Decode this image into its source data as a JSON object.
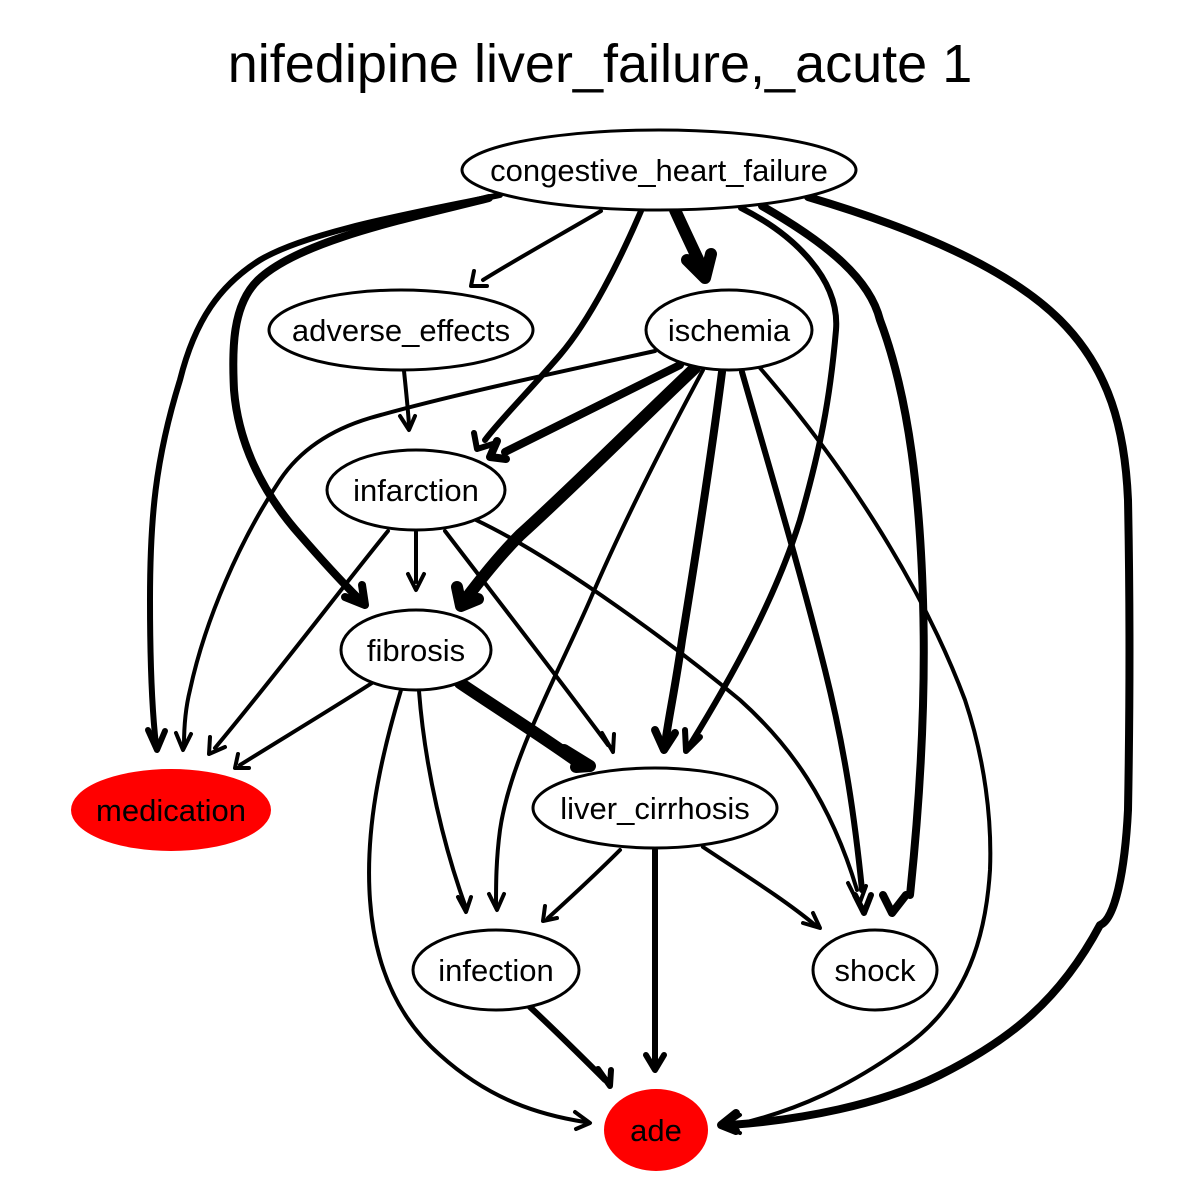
{
  "title": "nifedipine liver_failure,_acute 1",
  "colors": {
    "highlight": "#ff0000",
    "default_fill": "#ffffff",
    "stroke": "#000000"
  },
  "nodes": [
    {
      "id": "congestive_heart_failure",
      "label": "congestive_heart_failure",
      "highlighted": false
    },
    {
      "id": "adverse_effects",
      "label": "adverse_effects",
      "highlighted": false
    },
    {
      "id": "ischemia",
      "label": "ischemia",
      "highlighted": false
    },
    {
      "id": "infarction",
      "label": "infarction",
      "highlighted": false
    },
    {
      "id": "fibrosis",
      "label": "fibrosis",
      "highlighted": false
    },
    {
      "id": "medication",
      "label": "medication",
      "highlighted": true
    },
    {
      "id": "liver_cirrhosis",
      "label": "liver_cirrhosis",
      "highlighted": false
    },
    {
      "id": "infection",
      "label": "infection",
      "highlighted": false
    },
    {
      "id": "shock",
      "label": "shock",
      "highlighted": false
    },
    {
      "id": "ade",
      "label": "ade",
      "highlighted": true
    }
  ],
  "edges": [
    {
      "from": "congestive_heart_failure",
      "to": "adverse_effects",
      "weight": 2
    },
    {
      "from": "congestive_heart_failure",
      "to": "ischemia",
      "weight": 5
    },
    {
      "from": "congestive_heart_failure",
      "to": "infarction",
      "weight": 3
    },
    {
      "from": "congestive_heart_failure",
      "to": "medication",
      "weight": 3
    },
    {
      "from": "congestive_heart_failure",
      "to": "fibrosis",
      "weight": 4
    },
    {
      "from": "congestive_heart_failure",
      "to": "liver_cirrhosis",
      "weight": 3
    },
    {
      "from": "congestive_heart_failure",
      "to": "shock",
      "weight": 4
    },
    {
      "from": "congestive_heart_failure",
      "to": "ade",
      "weight": 4
    },
    {
      "from": "adverse_effects",
      "to": "infarction",
      "weight": 2
    },
    {
      "from": "ischemia",
      "to": "infarction",
      "weight": 4
    },
    {
      "from": "ischemia",
      "to": "medication",
      "weight": 2
    },
    {
      "from": "ischemia",
      "to": "fibrosis",
      "weight": 5
    },
    {
      "from": "ischemia",
      "to": "liver_cirrhosis",
      "weight": 4
    },
    {
      "from": "ischemia",
      "to": "infection",
      "weight": 2
    },
    {
      "from": "ischemia",
      "to": "shock",
      "weight": 3
    },
    {
      "from": "ischemia",
      "to": "ade",
      "weight": 2
    },
    {
      "from": "infarction",
      "to": "fibrosis",
      "weight": 2
    },
    {
      "from": "infarction",
      "to": "medication",
      "weight": 2
    },
    {
      "from": "infarction",
      "to": "liver_cirrhosis",
      "weight": 2
    },
    {
      "from": "infarction",
      "to": "shock",
      "weight": 2
    },
    {
      "from": "fibrosis",
      "to": "medication",
      "weight": 2
    },
    {
      "from": "fibrosis",
      "to": "liver_cirrhosis",
      "weight": 5
    },
    {
      "from": "fibrosis",
      "to": "infection",
      "weight": 2
    },
    {
      "from": "fibrosis",
      "to": "ade",
      "weight": 2
    },
    {
      "from": "liver_cirrhosis",
      "to": "infection",
      "weight": 2
    },
    {
      "from": "liver_cirrhosis",
      "to": "shock",
      "weight": 2
    },
    {
      "from": "liver_cirrhosis",
      "to": "ade",
      "weight": 3
    },
    {
      "from": "infection",
      "to": "ade",
      "weight": 3
    }
  ]
}
